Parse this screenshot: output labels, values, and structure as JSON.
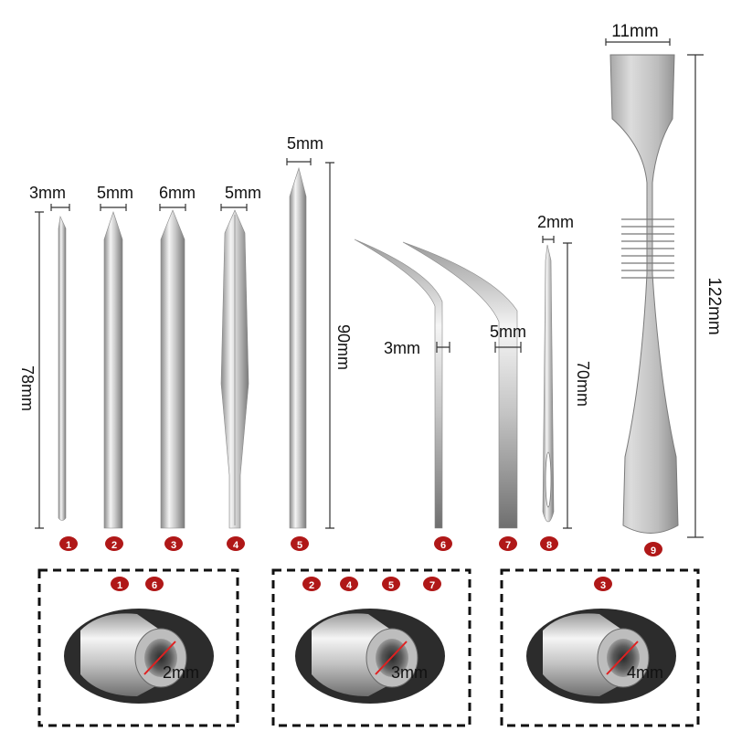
{
  "tools": [
    {
      "id": "tool-1",
      "number": "1",
      "width_label": "3mm",
      "length_label": "78mm"
    },
    {
      "id": "tool-2",
      "number": "2",
      "width_label": "5mm"
    },
    {
      "id": "tool-3",
      "number": "3",
      "width_label": "6mm"
    },
    {
      "id": "tool-4",
      "number": "4",
      "width_label": "5mm"
    },
    {
      "id": "tool-5",
      "number": "5",
      "width_label": "5mm",
      "length_label": "90mm"
    },
    {
      "id": "tool-6",
      "number": "6",
      "width_label": "3mm"
    },
    {
      "id": "tool-7",
      "number": "7",
      "width_label": "5mm"
    },
    {
      "id": "tool-8",
      "number": "8",
      "width_label": "2mm",
      "length_label": "70mm"
    },
    {
      "id": "tool-9",
      "number": "9",
      "width_label": "11mm",
      "length_label": "122mm"
    }
  ],
  "detail_boxes": [
    {
      "badges": [
        "1",
        "6"
      ],
      "thread_label": "2mm"
    },
    {
      "badges": [
        "2",
        "4",
        "5",
        "7"
      ],
      "thread_label": "3mm"
    },
    {
      "badges": [
        "3"
      ],
      "thread_label": "4mm"
    }
  ],
  "colors": {
    "badge": "#b01818",
    "dimension_line": "#333333",
    "thread_annotation": "#e02020",
    "steel_light": "#f2f2f2",
    "steel_dark": "#7e7e7e",
    "box_border": "#111111"
  }
}
